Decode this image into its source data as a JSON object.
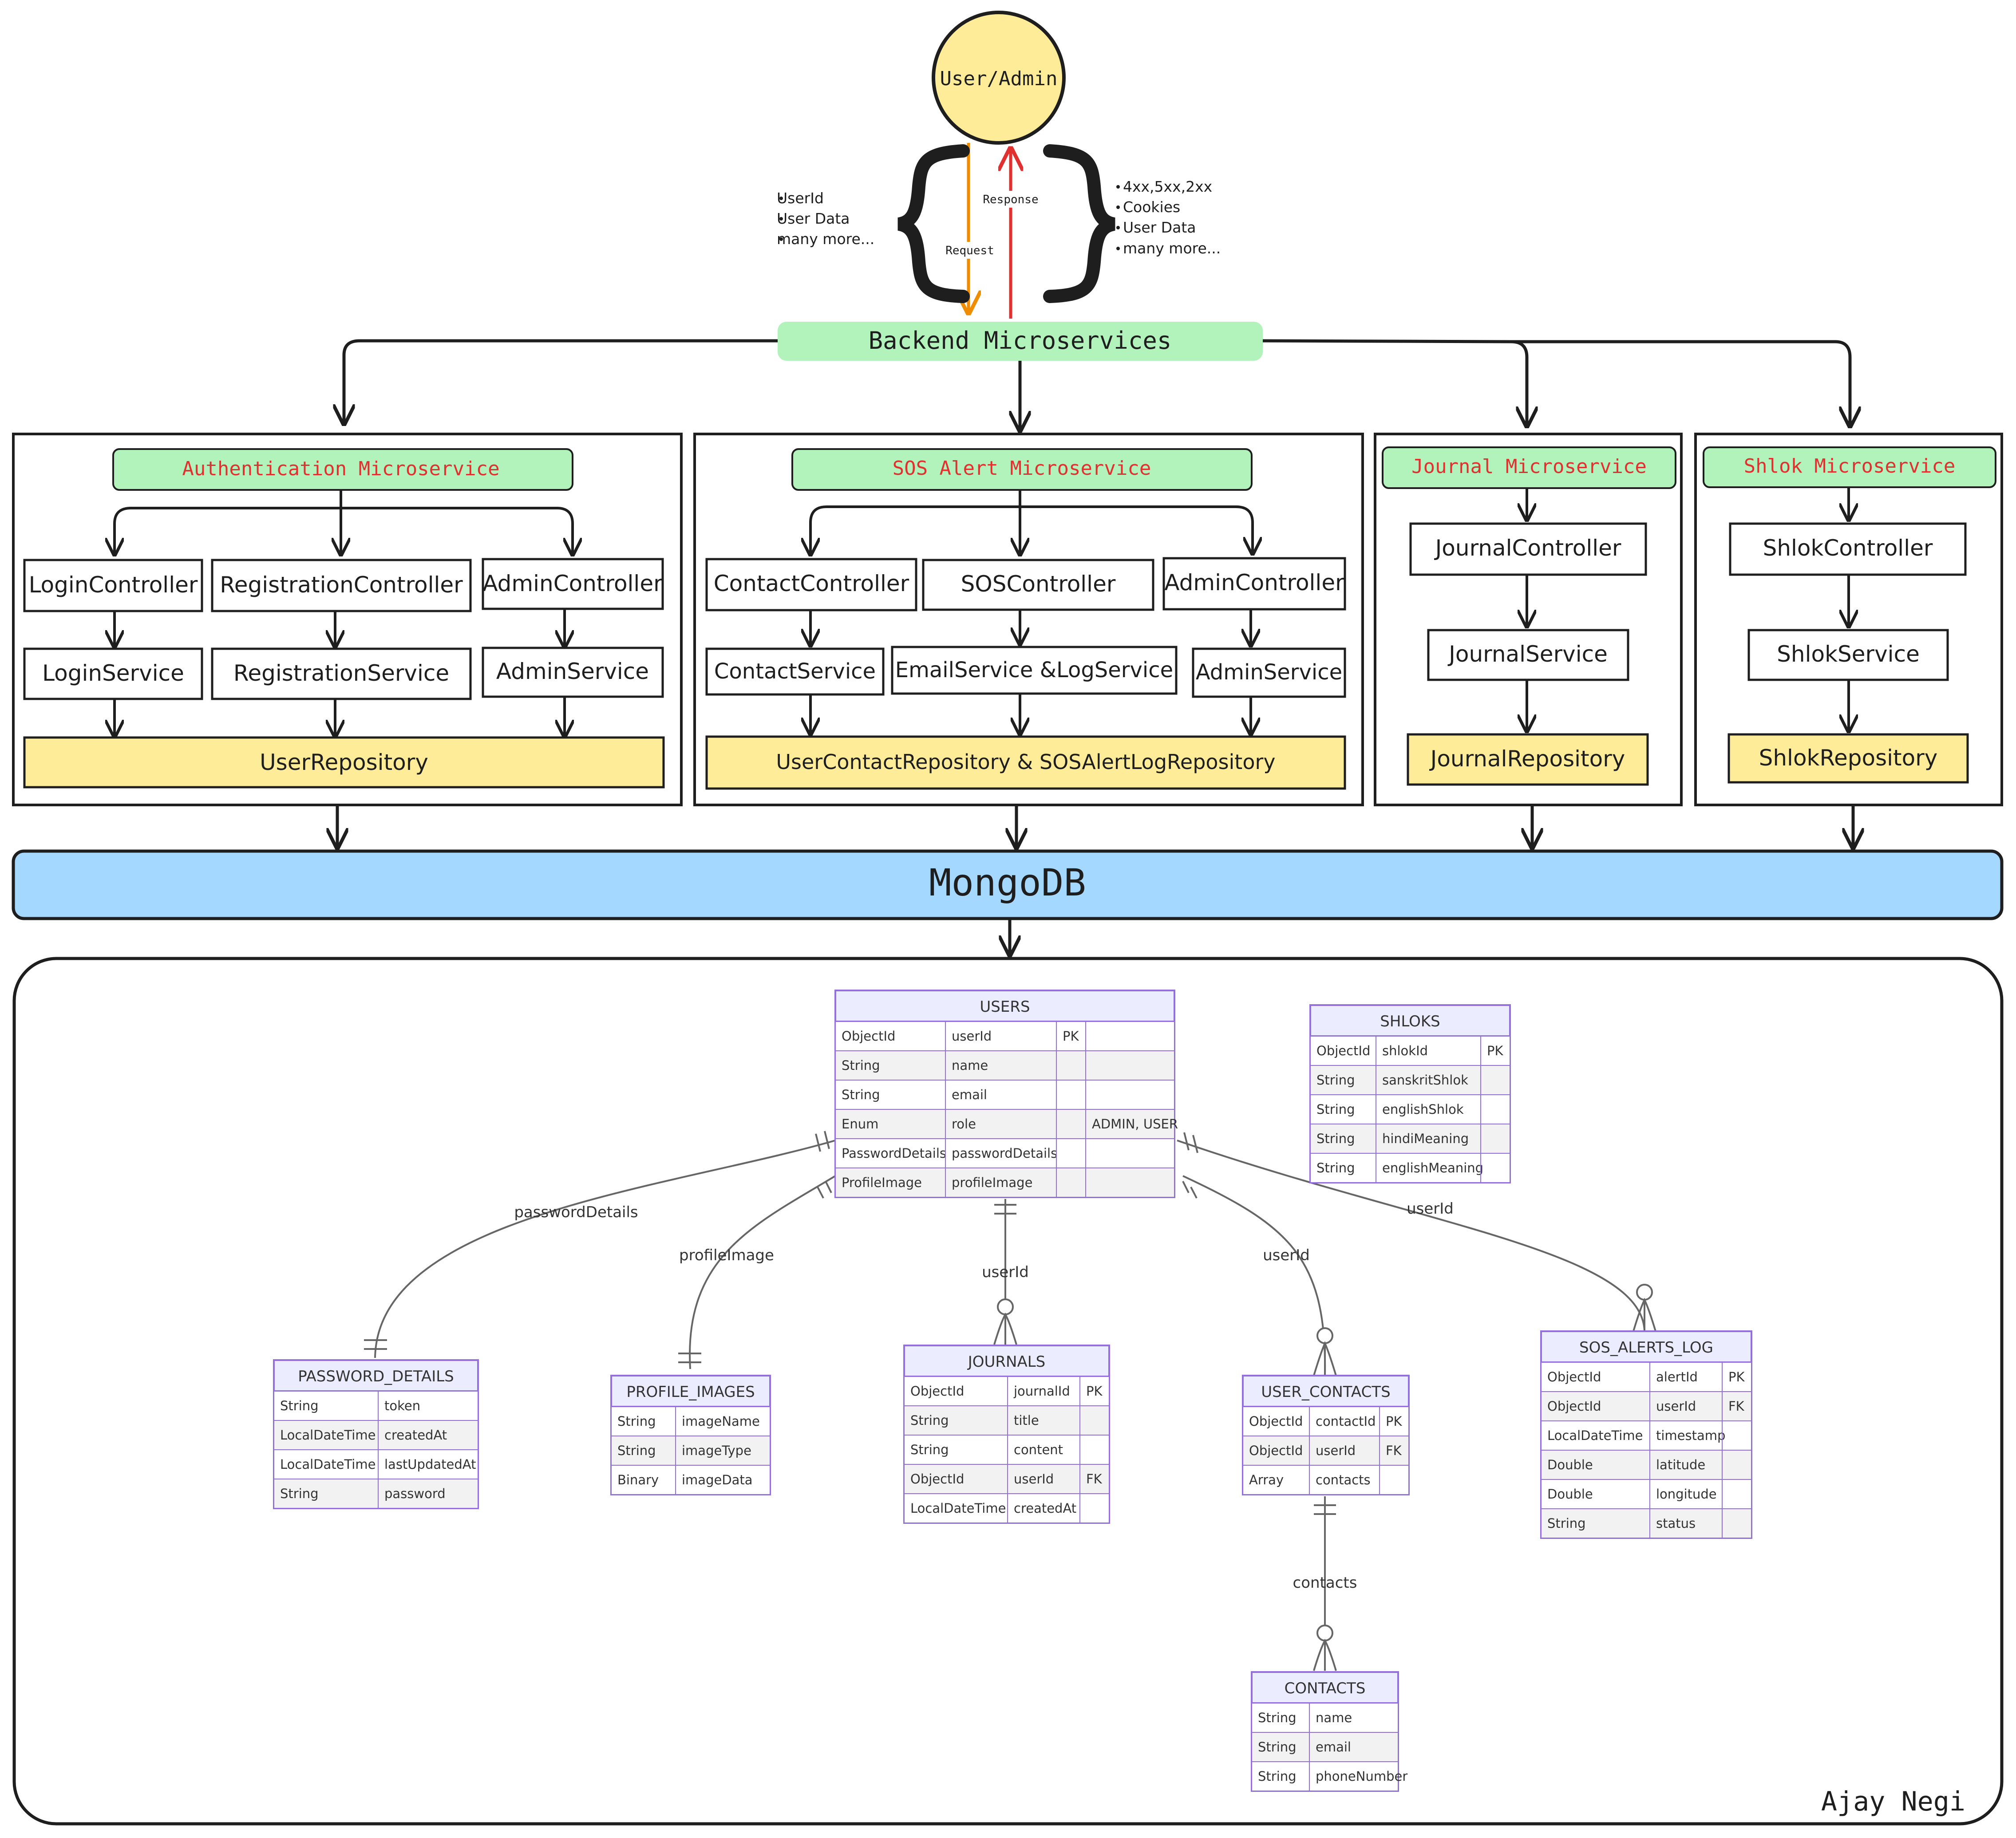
{
  "user": {
    "label": "User/Admin"
  },
  "request": {
    "label": "Request",
    "items": [
      "UserId",
      "User Data",
      "many more..."
    ]
  },
  "response": {
    "label": "Response",
    "items": [
      "4xx,5xx,2xx",
      "Cookies",
      "User Data",
      "many more..."
    ]
  },
  "backend": {
    "label": "Backend Microservices"
  },
  "services": {
    "auth": {
      "title": "Authentication Microservice",
      "controllers": [
        "LoginController",
        "RegistrationController",
        "AdminController"
      ],
      "services": [
        "LoginService",
        "RegistrationService",
        "AdminService"
      ],
      "repository": "UserRepository"
    },
    "sos": {
      "title": "SOS Alert Microservice",
      "controllers": [
        "ContactController",
        "SOSController",
        "AdminController"
      ],
      "services": [
        "ContactService",
        "EmailService &LogService",
        "AdminService"
      ],
      "repository": "UserContactRepository & SOSAlertLogRepository"
    },
    "journal": {
      "title": "Journal Microservice",
      "controller": "JournalController",
      "service": "JournalService",
      "repository": "JournalRepository"
    },
    "shlok": {
      "title": "Shlok Microservice",
      "controller": "ShlokController",
      "service": "ShlokService",
      "repository": "ShlokRepository"
    }
  },
  "database": {
    "label": "MongoDB"
  },
  "entities": {
    "users": {
      "name": "USERS",
      "rows": [
        [
          "ObjectId",
          "userId",
          "PK",
          ""
        ],
        [
          "String",
          "name",
          "",
          ""
        ],
        [
          "String",
          "email",
          "",
          ""
        ],
        [
          "Enum",
          "role",
          "",
          "ADMIN, USER"
        ],
        [
          "PasswordDetails",
          "passwordDetails",
          "",
          ""
        ],
        [
          "ProfileImage",
          "profileImage",
          "",
          ""
        ]
      ]
    },
    "shloks": {
      "name": "SHLOKS",
      "rows": [
        [
          "ObjectId",
          "shlokId",
          "PK"
        ],
        [
          "String",
          "sanskritShlok",
          ""
        ],
        [
          "String",
          "englishShlok",
          ""
        ],
        [
          "String",
          "hindiMeaning",
          ""
        ],
        [
          "String",
          "englishMeaning",
          ""
        ]
      ]
    },
    "password_details": {
      "name": "PASSWORD_DETAILS",
      "rows": [
        [
          "String",
          "token"
        ],
        [
          "LocalDateTime",
          "createdAt"
        ],
        [
          "LocalDateTime",
          "lastUpdatedAt"
        ],
        [
          "String",
          "password"
        ]
      ]
    },
    "profile_images": {
      "name": "PROFILE_IMAGES",
      "rows": [
        [
          "String",
          "imageName"
        ],
        [
          "String",
          "imageType"
        ],
        [
          "Binary",
          "imageData"
        ]
      ]
    },
    "journals": {
      "name": "JOURNALS",
      "rows": [
        [
          "ObjectId",
          "journalId",
          "PK"
        ],
        [
          "String",
          "title",
          ""
        ],
        [
          "String",
          "content",
          ""
        ],
        [
          "ObjectId",
          "userId",
          "FK"
        ],
        [
          "LocalDateTime",
          "createdAt",
          ""
        ]
      ]
    },
    "user_contacts": {
      "name": "USER_CONTACTS",
      "rows": [
        [
          "ObjectId",
          "contactId",
          "PK"
        ],
        [
          "ObjectId",
          "userId",
          "FK"
        ],
        [
          "Array",
          "contacts",
          ""
        ]
      ]
    },
    "sos_alerts_log": {
      "name": "SOS_ALERTS_LOG",
      "rows": [
        [
          "ObjectId",
          "alertId",
          "PK"
        ],
        [
          "ObjectId",
          "userId",
          "FK"
        ],
        [
          "LocalDateTime",
          "timestamp",
          ""
        ],
        [
          "Double",
          "latitude",
          ""
        ],
        [
          "Double",
          "longitude",
          ""
        ],
        [
          "String",
          "status",
          ""
        ]
      ]
    },
    "contacts": {
      "name": "CONTACTS",
      "rows": [
        [
          "String",
          "name"
        ],
        [
          "String",
          "email"
        ],
        [
          "String",
          "phoneNumber"
        ]
      ]
    }
  },
  "relations": {
    "password": "passwordDetails",
    "profile": "profileImage",
    "journals": "userId",
    "contacts": "userId",
    "sos": "userId",
    "user_contacts_contacts": "contacts"
  },
  "author": "Ajay Negi",
  "colors": {
    "green": "#b2f2bb",
    "yellow": "#ffec99",
    "blue": "#a5d8ff",
    "red": "#e03131",
    "orange": "#f08c00",
    "entity_border": "#9370db",
    "entity_header": "#ececff",
    "row_alt": "#f2f2f2"
  }
}
